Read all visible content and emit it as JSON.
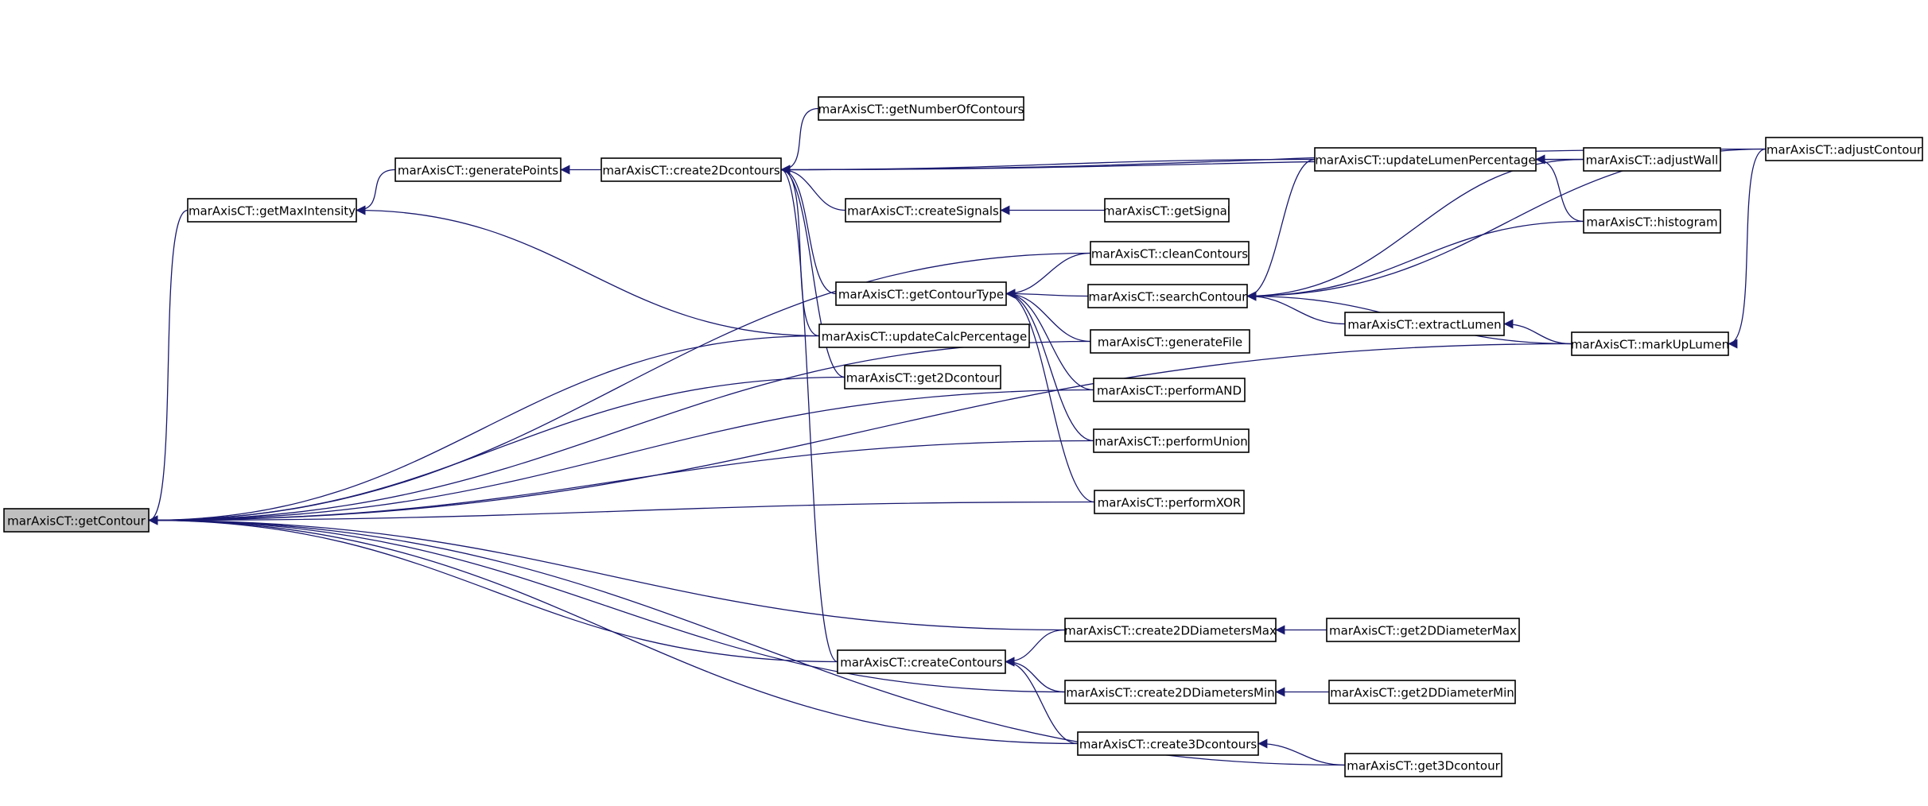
{
  "graph": {
    "title": "",
    "edge_color": "#191970",
    "root_fill": "#bfbfbf",
    "node_fill": "#ffffff",
    "nodes": [
      {
        "id": "getContour",
        "label": "marAxisCT::getContour",
        "root": true
      },
      {
        "id": "getMaxIntensity",
        "label": "marAxisCT::getMaxIntensity"
      },
      {
        "id": "generatePoints",
        "label": "marAxisCT::generatePoints"
      },
      {
        "id": "create2Dcontours",
        "label": "marAxisCT::create2Dcontours"
      },
      {
        "id": "getNumberOfContours",
        "label": "marAxisCT::getNumberOfContours"
      },
      {
        "id": "createSignals",
        "label": "marAxisCT::createSignals"
      },
      {
        "id": "getSignal",
        "label": "marAxisCT::getSignal"
      },
      {
        "id": "cleanContours",
        "label": "marAxisCT::cleanContours"
      },
      {
        "id": "getContourType",
        "label": "marAxisCT::getContourType"
      },
      {
        "id": "searchContour",
        "label": "marAxisCT::searchContour"
      },
      {
        "id": "updateCalcPercentage",
        "label": "marAxisCT::updateCalcPercentage"
      },
      {
        "id": "generateFile",
        "label": "marAxisCT::generateFile"
      },
      {
        "id": "get2Dcontour",
        "label": "marAxisCT::get2Dcontour"
      },
      {
        "id": "performAND",
        "label": "marAxisCT::performAND"
      },
      {
        "id": "performUnion",
        "label": "marAxisCT::performUnion"
      },
      {
        "id": "performXOR",
        "label": "marAxisCT::performXOR"
      },
      {
        "id": "updateLumenPercentage",
        "label": "marAxisCT::updateLumenPercentage"
      },
      {
        "id": "adjustWall",
        "label": "marAxisCT::adjustWall"
      },
      {
        "id": "adjustContour",
        "label": "marAxisCT::adjustContour"
      },
      {
        "id": "histogram",
        "label": "marAxisCT::histogram"
      },
      {
        "id": "extractLumen",
        "label": "marAxisCT::extractLumen"
      },
      {
        "id": "markUpLumen",
        "label": "marAxisCT::markUpLumen"
      },
      {
        "id": "create2DDiametersMax",
        "label": "marAxisCT::create2DDiametersMax"
      },
      {
        "id": "get2DDiameterMax",
        "label": "marAxisCT::get2DDiameterMax"
      },
      {
        "id": "createContours",
        "label": "marAxisCT::createContours"
      },
      {
        "id": "create2DDiametersMin",
        "label": "marAxisCT::create2DDiametersMin"
      },
      {
        "id": "get2DDiameterMin",
        "label": "marAxisCT::get2DDiameterMin"
      },
      {
        "id": "create3Dcontours",
        "label": "marAxisCT::create3Dcontours"
      },
      {
        "id": "get3Dcontour",
        "label": "marAxisCT::get3Dcontour"
      }
    ],
    "edges": [
      {
        "from": "getMaxIntensity",
        "to": "getContour"
      },
      {
        "from": "generatePoints",
        "to": "getMaxIntensity"
      },
      {
        "from": "create2Dcontours",
        "to": "generatePoints"
      },
      {
        "from": "updateCalcPercentage",
        "to": "getMaxIntensity"
      },
      {
        "from": "getNumberOfContours",
        "to": "create2Dcontours"
      },
      {
        "from": "updateLumenPercentage",
        "to": "create2Dcontours"
      },
      {
        "from": "adjustWall",
        "to": "create2Dcontours"
      },
      {
        "from": "adjustContour",
        "to": "create2Dcontours"
      },
      {
        "from": "createSignals",
        "to": "create2Dcontours"
      },
      {
        "from": "getContourType",
        "to": "create2Dcontours"
      },
      {
        "from": "updateCalcPercentage",
        "to": "create2Dcontours"
      },
      {
        "from": "get2Dcontour",
        "to": "create2Dcontours"
      },
      {
        "from": "createContours",
        "to": "create2Dcontours"
      },
      {
        "from": "getSignal",
        "to": "createSignals"
      },
      {
        "from": "cleanContours",
        "to": "getContourType"
      },
      {
        "from": "searchContour",
        "to": "getContourType"
      },
      {
        "from": "generateFile",
        "to": "getContourType"
      },
      {
        "from": "performAND",
        "to": "getContourType"
      },
      {
        "from": "performUnion",
        "to": "getContourType"
      },
      {
        "from": "performXOR",
        "to": "getContourType"
      },
      {
        "from": "adjustWall",
        "to": "updateLumenPercentage"
      },
      {
        "from": "histogram",
        "to": "updateLumenPercentage"
      },
      {
        "from": "adjustWall",
        "to": "searchContour"
      },
      {
        "from": "histogram",
        "to": "searchContour"
      },
      {
        "from": "adjustContour",
        "to": "searchContour"
      },
      {
        "from": "extractLumen",
        "to": "searchContour"
      },
      {
        "from": "markUpLumen",
        "to": "searchContour"
      },
      {
        "from": "updateLumenPercentage",
        "to": "searchContour"
      },
      {
        "from": "markUpLumen",
        "to": "extractLumen"
      },
      {
        "from": "adjustContour",
        "to": "markUpLumen"
      },
      {
        "from": "get2DDiameterMax",
        "to": "create2DDiametersMax"
      },
      {
        "from": "get2DDiameterMin",
        "to": "create2DDiametersMin"
      },
      {
        "from": "get3Dcontour",
        "to": "create3Dcontours"
      },
      {
        "from": "create2DDiametersMax",
        "to": "createContours"
      },
      {
        "from": "create2DDiametersMin",
        "to": "createContours"
      },
      {
        "from": "create3Dcontours",
        "to": "createContours"
      },
      {
        "from": "cleanContours",
        "to": "getContour"
      },
      {
        "from": "updateCalcPercentage",
        "to": "getContour"
      },
      {
        "from": "get2Dcontour",
        "to": "getContour"
      },
      {
        "from": "generateFile",
        "to": "getContour"
      },
      {
        "from": "performAND",
        "to": "getContour"
      },
      {
        "from": "performUnion",
        "to": "getContour"
      },
      {
        "from": "performXOR",
        "to": "getContour"
      },
      {
        "from": "markUpLumen",
        "to": "getContour"
      },
      {
        "from": "create2DDiametersMax",
        "to": "getContour"
      },
      {
        "from": "createContours",
        "to": "getContour"
      },
      {
        "from": "create2DDiametersMin",
        "to": "getContour"
      },
      {
        "from": "create3Dcontours",
        "to": "getContour"
      },
      {
        "from": "get3Dcontour",
        "to": "getContour"
      }
    ]
  }
}
